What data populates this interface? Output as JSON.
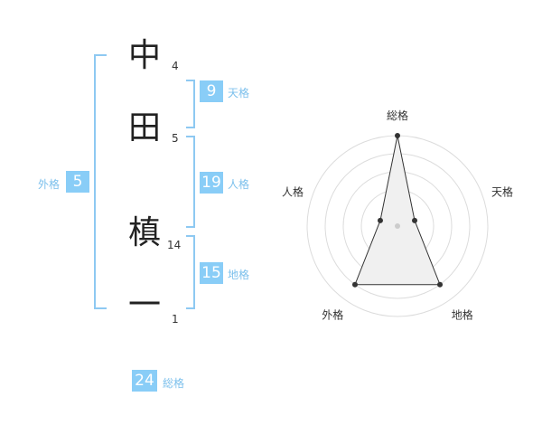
{
  "name": {
    "characters": [
      {
        "char": "中",
        "strokes": "4"
      },
      {
        "char": "田",
        "strokes": "5"
      },
      {
        "char": "槙",
        "strokes": "14"
      },
      {
        "char": "一",
        "strokes": "1"
      }
    ]
  },
  "fortune": {
    "tenkaku": {
      "value": "9",
      "label": "天格"
    },
    "jinkaku": {
      "value": "19",
      "label": "人格"
    },
    "chikaku": {
      "value": "15",
      "label": "地格"
    },
    "gaikaku": {
      "value": "5",
      "label": "外格"
    },
    "soukaku": {
      "value": "24",
      "label": "総格"
    }
  },
  "colors": {
    "accent": "#89cdf7",
    "bracket": "#8ec9f2",
    "label": "#7cc0ec",
    "radar_fill": "#f0f0f0",
    "radar_line": "#333333"
  },
  "chart_data": {
    "type": "radar",
    "axes": [
      "総格",
      "天格",
      "地格",
      "外格",
      "人格"
    ],
    "values": [
      5,
      1,
      4,
      4,
      1
    ],
    "rmax": 5,
    "rings": 5,
    "grid": true
  }
}
